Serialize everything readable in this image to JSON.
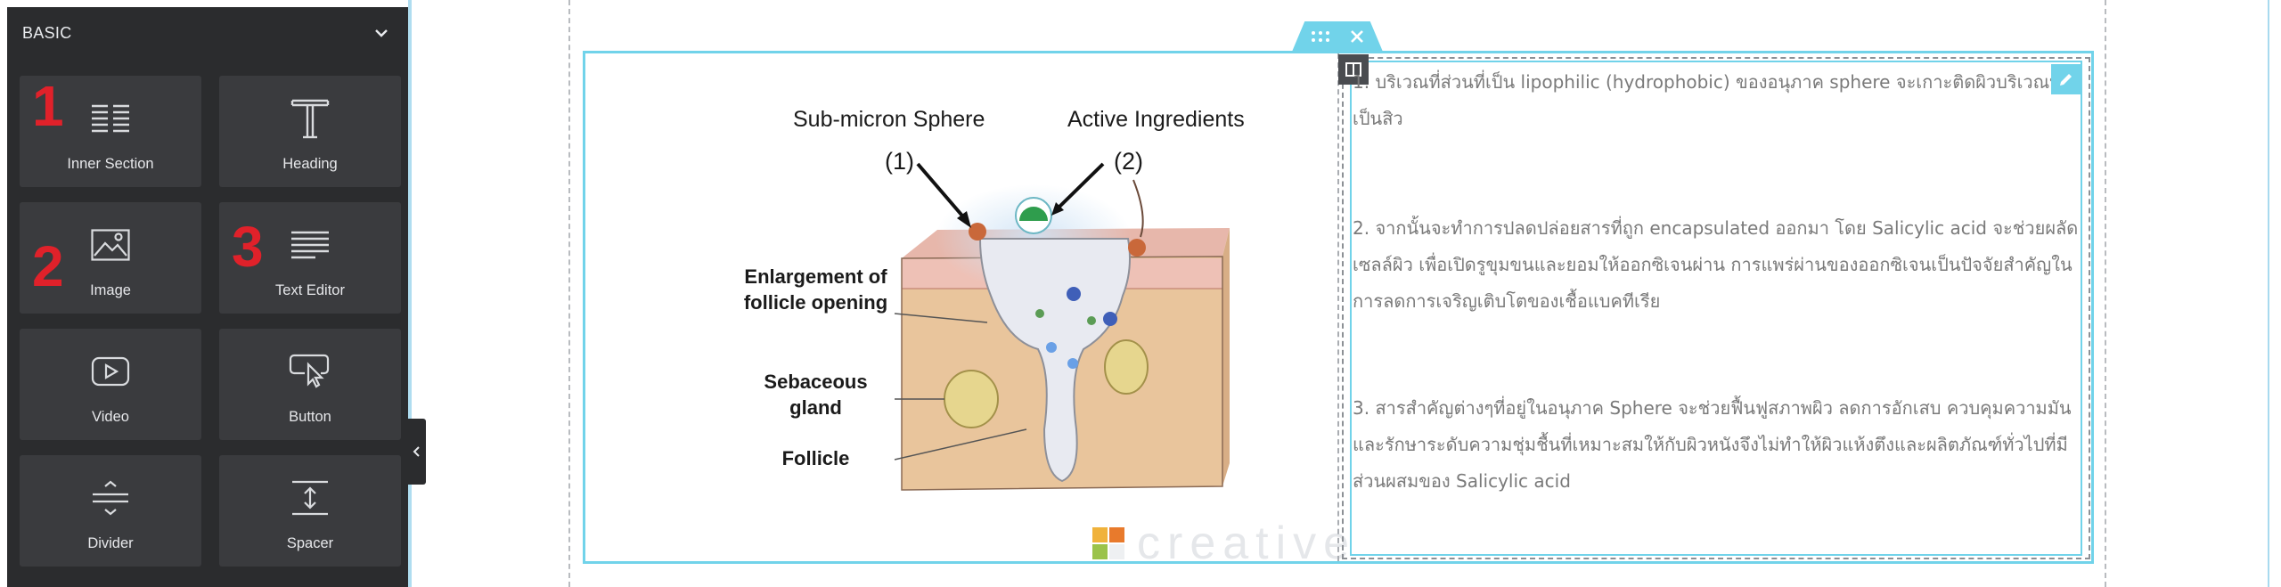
{
  "panel": {
    "header": "BASIC",
    "widgets": [
      {
        "label": "Inner Section",
        "icon": "inner-section-icon",
        "badge": "1"
      },
      {
        "label": "Heading",
        "icon": "heading-icon",
        "badge": ""
      },
      {
        "label": "Image",
        "icon": "image-icon",
        "badge": "2"
      },
      {
        "label": "Text Editor",
        "icon": "text-editor-icon",
        "badge": "3"
      },
      {
        "label": "Video",
        "icon": "video-icon",
        "badge": ""
      },
      {
        "label": "Button",
        "icon": "button-icon",
        "badge": ""
      },
      {
        "label": "Divider",
        "icon": "divider-icon",
        "badge": ""
      },
      {
        "label": "Spacer",
        "icon": "spacer-icon",
        "badge": ""
      }
    ]
  },
  "figure": {
    "label_sub": "Sub-micron Sphere",
    "label_active": "Active Ingredients",
    "label_1": "(1)",
    "label_2": "(2)",
    "label_enlargement": "Enlargement of follicle opening",
    "label_sebaceous": "Sebaceous gland",
    "label_follicle": "Follicle",
    "watermark": "creative"
  },
  "text_editor": {
    "p1": "1. บริเวณที่ส่วนที่เป็น lipophilic (hydrophobic) ของอนุภาค sphere จะเกาะติดผิวบริเวณที่เป็นสิว",
    "p2": "2. จากนั้นจะทำการปลดปล่อยสารที่ถูก encapsulated ออกมา โดย Salicylic acid จะช่วยผลัดเซลล์ผิว เพื่อเปิดรูขุมขนและยอมให้ออกซิเจนผ่าน การแพร่ผ่านของออกซิเจนเป็นปัจจัยสำคัญในการลดการเจริญเติบโตของเชื้อแบคทีเรีย",
    "p3": "3. สารสำคัญต่างๆที่อยู่ในอนุภาค Sphere จะช่วยฟื้นฟูสภาพผิว ลดการอักเสบ ควบคุมความมันและรักษาระดับความชุ่มชื้นที่เหมาะสมให้กับผิวหนังจึงไม่ทำให้ผิวแห้งตึงและผลิตภัณฑ์ทั่วไปที่มีส่วนผสมของ Salicylic acid"
  },
  "colors": {
    "panel_bg": "#2b2c2e",
    "tile_bg": "#3a3b3e",
    "accent": "#71d3ea",
    "badge_red": "#e0212a"
  }
}
